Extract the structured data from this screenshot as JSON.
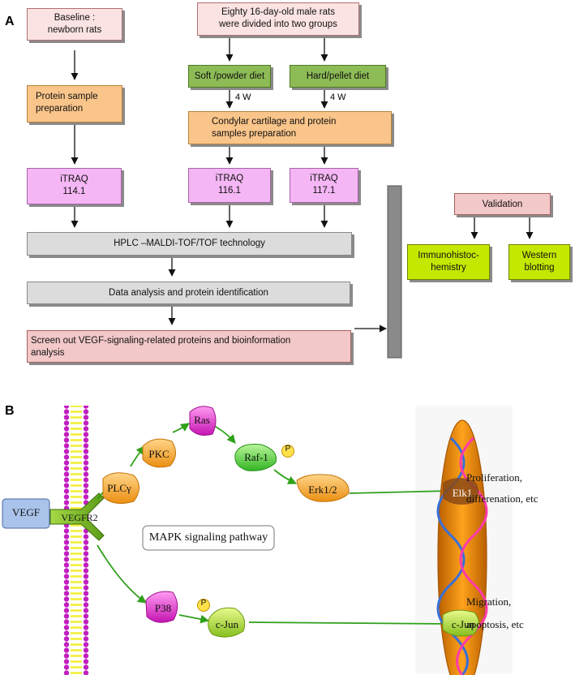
{
  "panel_a": {
    "label": "A",
    "baseline": "Baseline :\nnewborn rats",
    "rats": "Eighty 16-day-old male  rats\nwere  divided  into two groups",
    "soft_diet": "Soft /powder diet",
    "hard_diet": "Hard/pellet  diet",
    "weeks_left": "4 W",
    "weeks_right": "4 W",
    "protein_prep": "Protein sample\npreparation",
    "condylar_prep": "Condylar cartilage  and protein\nsamples preparation",
    "itraq_1": "iTRAQ\n114.1",
    "itraq_2": "iTRAQ\n116.1",
    "itraq_3": "iTRAQ\n117.1",
    "hplc": "HPLC –MALDI-TOF/TOF technology",
    "data_analysis": "Data analysis and protein identification",
    "screen": "Screen out  VEGF-signaling-related  proteins and bioinformation\nanalysis",
    "validation": "Validation",
    "immuno": "Immunohistoc-\nhemistry",
    "western": "Western\nblotting"
  },
  "panel_b": {
    "label": "B",
    "vegf": "VEGF",
    "vegfr2": "VEGFR2",
    "plc": "PLCγ",
    "pkc": "PKC",
    "ras": "Ras",
    "raf": "Raf-1",
    "erk": "Erk1/2",
    "elk": "Elk1",
    "p38": "P38",
    "cjun": "c-Jun",
    "cjun_nucleus": "c-Jun",
    "phospho_1": "P",
    "phospho_2": "P",
    "pathway": "MAPK signaling pathway",
    "outcome_1": "Proliferation,\ndifferenation, etc",
    "outcome_2": "Migration,\napoptosis, etc"
  },
  "colors": {
    "pink": "#fbe3e3",
    "orange": "#fac58a",
    "green": "#8dbb55",
    "violet": "#f4b6f4",
    "grey": "#dcdcdc",
    "lime": "#c6e700",
    "arrow_green": "#2fa01a"
  }
}
